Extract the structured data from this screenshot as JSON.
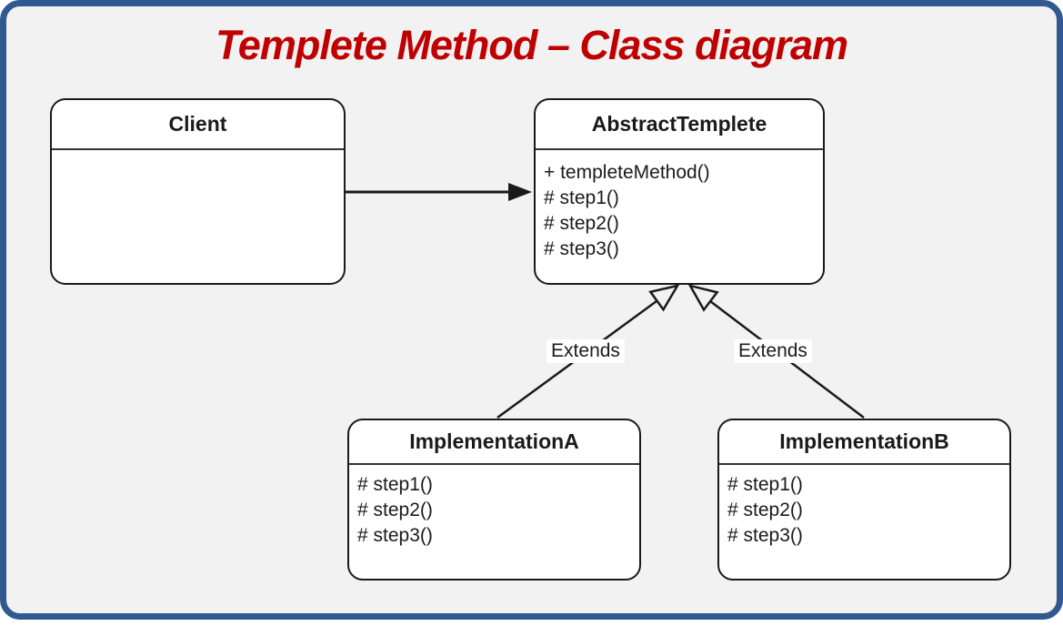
{
  "title": "Templete Method – Class diagram",
  "colors": {
    "title_text": "#c00000",
    "frame_border": "#30598f",
    "frame_background": "#f2f2f2",
    "box_fill": "#ffffff",
    "line_color": "#1a1a1a"
  },
  "classes": {
    "client": {
      "name": "Client",
      "methods": []
    },
    "abstract_templete": {
      "name": "AbstractTemplete",
      "methods": [
        "+ templeteMethod()",
        "# step1()",
        "# step2()",
        "# step3()"
      ]
    },
    "implementation_a": {
      "name": "ImplementationA",
      "methods": [
        "# step1()",
        "# step2()",
        "# step3()"
      ]
    },
    "implementation_b": {
      "name": "ImplementationB",
      "methods": [
        "# step1()",
        "# step2()",
        "# step3()"
      ]
    }
  },
  "relationships": {
    "association_client_to_abstract": "Client → AbstractTemplete",
    "extends_left_label": "Extends",
    "extends_right_label": "Extends"
  }
}
